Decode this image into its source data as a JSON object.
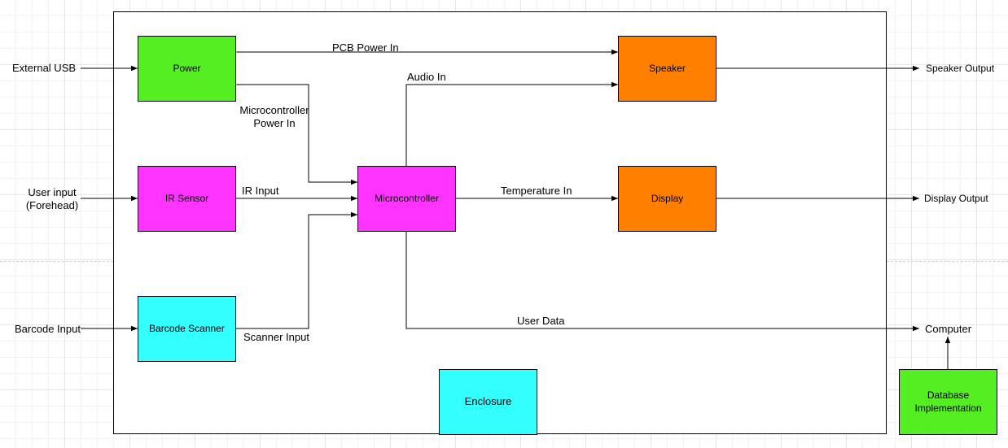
{
  "colors": {
    "green": "#55ee22",
    "magenta": "#ff33ff",
    "orange": "#ff8000",
    "cyan": "#33ffff",
    "line": "#000000"
  },
  "blocks": {
    "power": "Power",
    "ir_sensor": "IR Sensor",
    "barcode_scanner": "Barcode Scanner",
    "microcontroller": "Microcontroller",
    "speaker": "Speaker",
    "display": "Display",
    "enclosure": "Enclosure",
    "database": "Database Implementation"
  },
  "inputs": {
    "external_usb": "External USB",
    "user_input": "User input (Forehead)",
    "barcode_input": "Barcode Input"
  },
  "outputs": {
    "speaker_output": "Speaker Output",
    "display_output": "Display Output",
    "computer": "Computer"
  },
  "edges": {
    "pcb_power_in": "PCB Power In",
    "microcontroller_power_in": "Microcontroller Power In",
    "audio_in": "Audio In",
    "ir_input": "IR Input",
    "temperature_in": "Temperature In",
    "scanner_input": "Scanner Input",
    "user_data": "User Data"
  }
}
